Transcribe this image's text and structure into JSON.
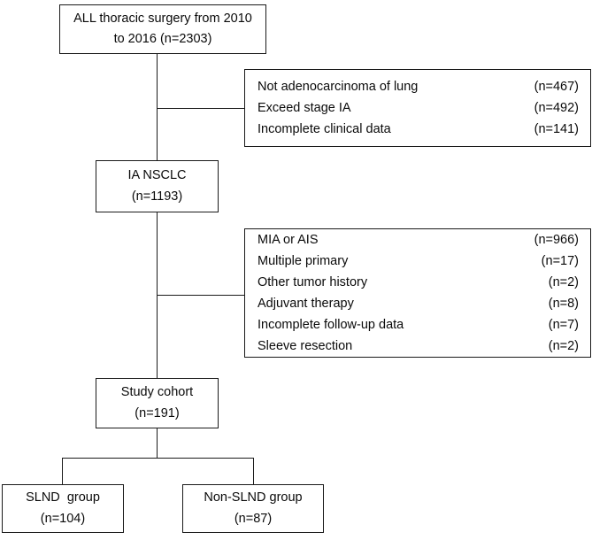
{
  "chart_data": {
    "type": "diagram",
    "diagram_kind": "consort-flowchart",
    "title": "",
    "nodes": [
      {
        "id": "all",
        "lines": [
          "ALL thoracic surgery from 2010",
          "to 2016 (n=2303)"
        ],
        "n": 2303
      },
      {
        "id": "nsclc",
        "lines": [
          "IA NSCLC",
          "(n=1193)"
        ],
        "n": 1193
      },
      {
        "id": "cohort",
        "lines": [
          "Study cohort",
          "(n=191)"
        ],
        "n": 191
      },
      {
        "id": "slnd",
        "lines": [
          "SLND  group",
          "(n=104)"
        ],
        "n": 104
      },
      {
        "id": "nonslnd",
        "lines": [
          "Non-SLND group",
          "(n=87)"
        ],
        "n": 87
      }
    ],
    "exclusions": [
      {
        "id": "excl-1",
        "after": "all",
        "rows": [
          {
            "label": "Not adenocarcinoma of lung",
            "count": "(n=467)",
            "n": 467
          },
          {
            "label": "Exceed stage IA",
            "count": "(n=492)",
            "n": 492
          },
          {
            "label": "Incomplete clinical data",
            "count": "(n=141)",
            "n": 141
          }
        ]
      },
      {
        "id": "excl-2",
        "after": "nsclc",
        "rows": [
          {
            "label": "MIA or AIS",
            "count": "(n=966)",
            "n": 966
          },
          {
            "label": "Multiple primary",
            "count": "(n=17)",
            "n": 17
          },
          {
            "label": "Other tumor history",
            "count": "(n=2)",
            "n": 2
          },
          {
            "label": "Adjuvant therapy",
            "count": "(n=8)",
            "n": 8
          },
          {
            "label": "Incomplete follow-up data",
            "count": "(n=7)",
            "n": 7
          },
          {
            "label": "Sleeve resection",
            "count": "(n=2)",
            "n": 2
          }
        ]
      }
    ],
    "edges": [
      {
        "from": "all",
        "to": "nsclc"
      },
      {
        "from": "all",
        "to": "excl-1"
      },
      {
        "from": "nsclc",
        "to": "cohort"
      },
      {
        "from": "nsclc",
        "to": "excl-2"
      },
      {
        "from": "cohort",
        "to": "slnd"
      },
      {
        "from": "cohort",
        "to": "nonslnd"
      }
    ],
    "colors": {
      "stroke": "#1a1a1a",
      "background": "#ffffff",
      "text": "#0a0a0a"
    }
  },
  "nodes": {
    "all": {
      "line1": "ALL thoracic surgery from 2010",
      "line2": "to 2016 (n=2303)"
    },
    "nsclc": {
      "line1": "IA NSCLC",
      "line2": "(n=1193)"
    },
    "cohort": {
      "line1": "Study cohort",
      "line2": "(n=191)"
    },
    "slnd": {
      "line1": "SLND  group",
      "line2": "(n=104)"
    },
    "nonslnd": {
      "line1": "Non-SLND group",
      "line2": "(n=87)"
    }
  },
  "excl1": {
    "r0": {
      "label": "Not adenocarcinoma of lung",
      "count": "(n=467)"
    },
    "r1": {
      "label": "Exceed stage IA",
      "count": "(n=492)"
    },
    "r2": {
      "label": "Incomplete clinical data",
      "count": "(n=141)"
    }
  },
  "excl2": {
    "r0": {
      "label": "MIA or AIS",
      "count": "(n=966)"
    },
    "r1": {
      "label": "Multiple primary",
      "count": "(n=17)"
    },
    "r2": {
      "label": "Other tumor history",
      "count": "(n=2)"
    },
    "r3": {
      "label": "Adjuvant therapy",
      "count": "(n=8)"
    },
    "r4": {
      "label": "Incomplete follow-up data",
      "count": "(n=7)"
    },
    "r5": {
      "label": "Sleeve resection",
      "count": "(n=2)"
    }
  }
}
